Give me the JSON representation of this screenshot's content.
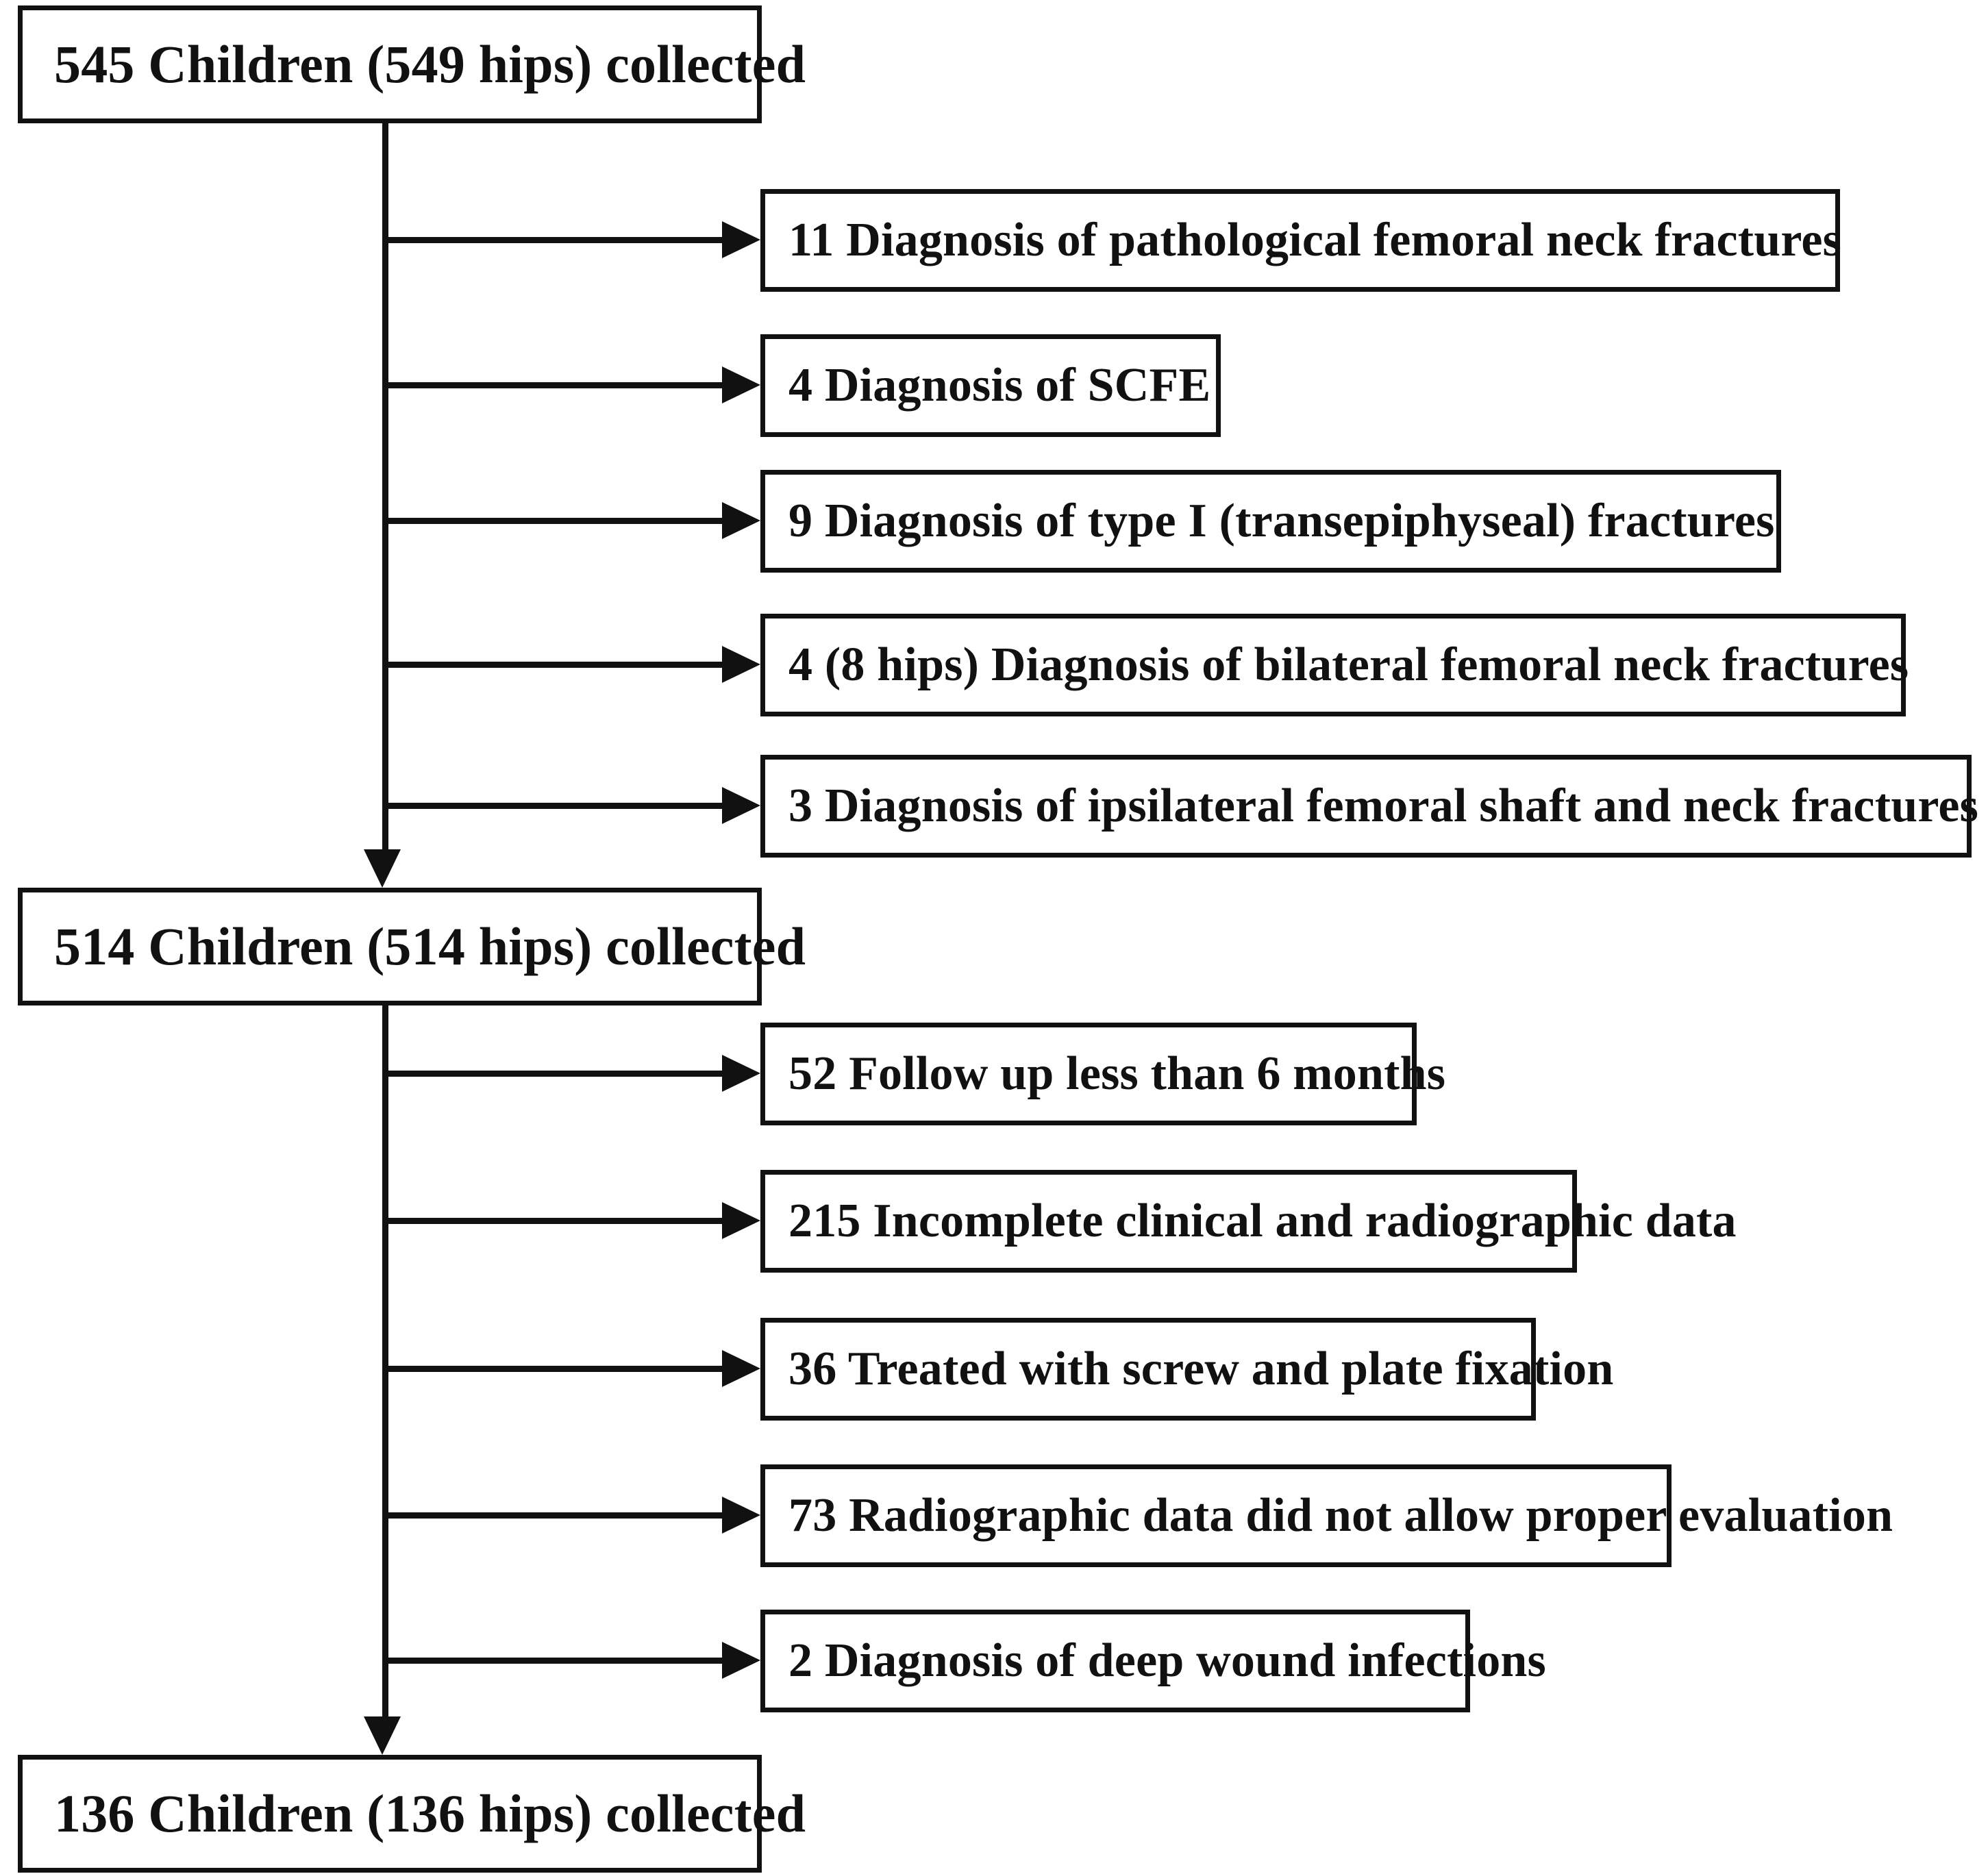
{
  "diagram": {
    "type": "flowchart",
    "orientation": "top-to-bottom",
    "main_nodes": [
      {
        "id": "cohort-initial",
        "text": "545 Children (549 hips) collected",
        "children": 545,
        "hips": 549
      },
      {
        "id": "cohort-after-diagnosis-exclusions",
        "text": "514 Children (514 hips) collected",
        "children": 514,
        "hips": 514
      },
      {
        "id": "cohort-final",
        "text": "136 Children (136 hips) collected",
        "children": 136,
        "hips": 136
      }
    ],
    "exclusion_groups": [
      {
        "id": "group-1",
        "from": "cohort-initial",
        "to": "cohort-after-diagnosis-exclusions",
        "items": [
          {
            "id": "excl-pathological",
            "count": 11,
            "text": "11 Diagnosis of pathological femoral neck fractures"
          },
          {
            "id": "excl-scfe",
            "count": 4,
            "text": "4 Diagnosis of SCFE"
          },
          {
            "id": "excl-type-i",
            "count": 9,
            "text": "9 Diagnosis of type I (transepiphyseal) fractures"
          },
          {
            "id": "excl-bilateral",
            "count": 4,
            "text": "4 (8 hips) Diagnosis of bilateral femoral neck fractures"
          },
          {
            "id": "excl-ipsilateral",
            "count": 3,
            "text": "3 Diagnosis of ipsilateral femoral shaft and neck fractures"
          }
        ]
      },
      {
        "id": "group-2",
        "from": "cohort-after-diagnosis-exclusions",
        "to": "cohort-final",
        "items": [
          {
            "id": "excl-followup",
            "count": 52,
            "text": "52 Follow up less than 6 months"
          },
          {
            "id": "excl-incomplete-data",
            "count": 215,
            "text": "215 Incomplete clinical and radiographic data"
          },
          {
            "id": "excl-screw-plate",
            "count": 36,
            "text": "36 Treated with screw and plate fixation"
          },
          {
            "id": "excl-radiographic-eval",
            "count": 73,
            "text": "73 Radiographic data did not allow proper evaluation"
          },
          {
            "id": "excl-deep-infection",
            "count": 2,
            "text": "2 Diagnosis of deep wound infections"
          }
        ]
      }
    ],
    "colors": {
      "stroke": "#111111",
      "fill": "#ffffff",
      "text": "#111111"
    }
  }
}
